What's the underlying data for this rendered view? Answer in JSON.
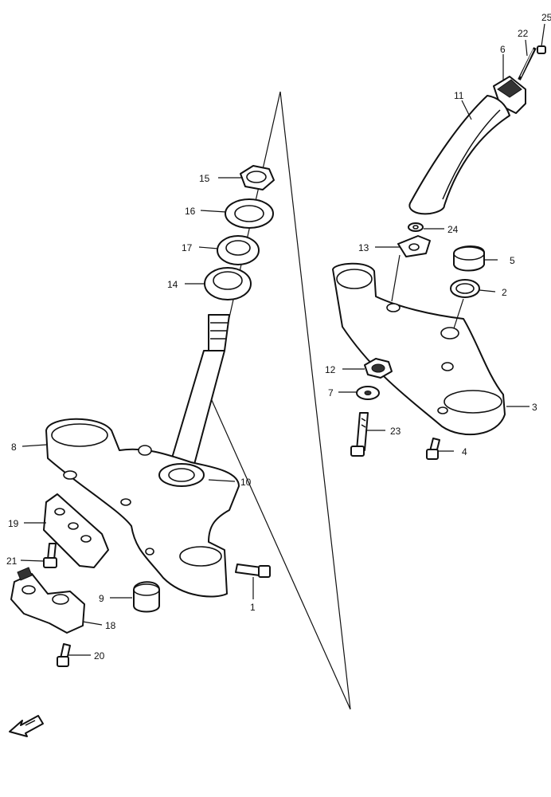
{
  "callouts": {
    "c1": "1",
    "c2": "2",
    "c3": "3",
    "c4": "4",
    "c5": "5",
    "c6": "6",
    "c7": "7",
    "c8": "8",
    "c9": "9",
    "c10": "10",
    "c11": "11",
    "c12": "12",
    "c13": "13",
    "c14": "14",
    "c15": "15",
    "c16": "16",
    "c17": "17",
    "c18": "18",
    "c19": "19",
    "c20": "20",
    "c21": "21",
    "c22": "22",
    "c23": "23",
    "c24": "24",
    "c25": "25"
  },
  "icons": {
    "front_arrow": "front-direction-arrow-icon"
  }
}
